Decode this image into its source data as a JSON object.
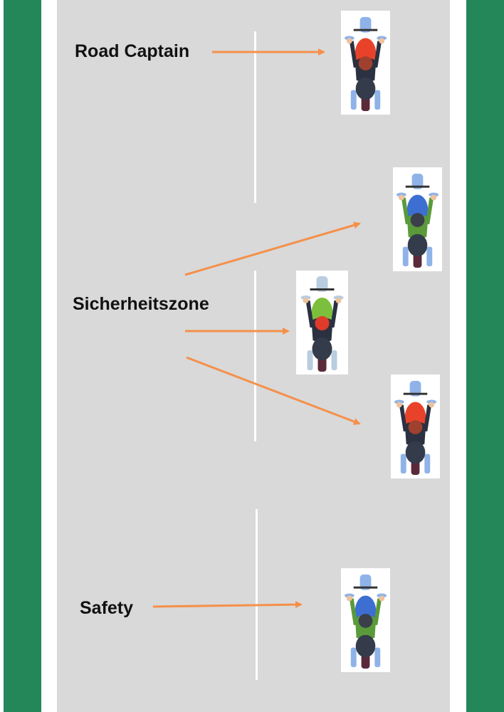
{
  "labels": {
    "road_captain": "Road Captain",
    "safety_zone": "Sicherheitszone",
    "safety": "Safety"
  },
  "colors": {
    "verge": "#23875a",
    "road": "#d9d9d9",
    "arrow": "#f5904a"
  },
  "motorcycles": [
    {
      "role": "road-captain",
      "bike": "#e8432a",
      "frame": "#8fb3e8",
      "rider": "#2b3140",
      "helmet": "#a0402e"
    },
    {
      "role": "safety-zone-right-front",
      "bike": "#3c6fd1",
      "frame": "#8fb3e8",
      "rider": "#5a9a3a",
      "helmet": "#3a3f4a"
    },
    {
      "role": "safety-zone-center",
      "bike": "#7bbf3c",
      "frame": "#b9cde0",
      "rider": "#2b3140",
      "helmet": "#e03a2a"
    },
    {
      "role": "safety-zone-right-rear",
      "bike": "#e8432a",
      "frame": "#8fb3e8",
      "rider": "#2b3140",
      "helmet": "#a0402e"
    },
    {
      "role": "safety",
      "bike": "#3c6fd1",
      "frame": "#8fb3e8",
      "rider": "#5a9a3a",
      "helmet": "#3a3f4a"
    }
  ]
}
